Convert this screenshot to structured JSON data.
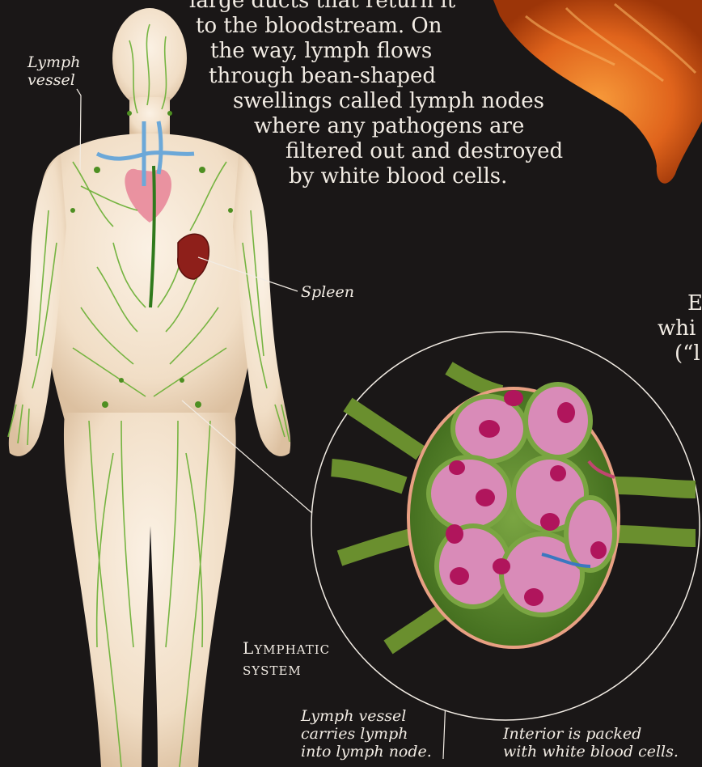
{
  "body_text_lines": [
    "large ducts that return it",
    "to the bloodstream. On",
    "the way, lymph flows",
    "through bean-shaped",
    "swellings called lymph nodes",
    "where any pathogens are",
    "filtered out and destroyed",
    "by white blood cells."
  ],
  "side_text_lines": [
    "E",
    "whi",
    "(“l"
  ],
  "labels": {
    "lymph_vessel_top": [
      "Lymph",
      "vessel"
    ],
    "spleen": "Spleen",
    "lymph_vessel_bottom": [
      "Lymph vessel",
      "carries lymph",
      "into lymph node."
    ],
    "interior": [
      "Interior is packed",
      "with white blood cells."
    ]
  },
  "caption": {
    "line1_cap": "L",
    "line1_rest": "YMPHATIC",
    "line2": "SYSTEM"
  },
  "colors": {
    "background": "#1a1717",
    "lymph_green": "#6fb23a",
    "body_skin": "#f0e0cc",
    "spleen": "#8e1f1a",
    "node_pink": "#d98bb8",
    "node_nucleus": "#b0155c",
    "cell_orange": "#e0641c"
  }
}
